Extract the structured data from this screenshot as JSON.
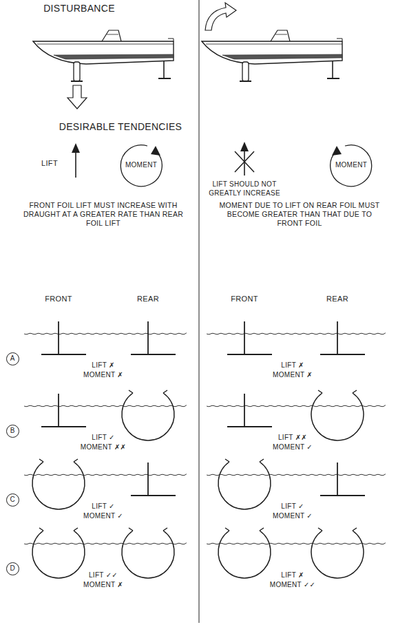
{
  "diagram": {
    "nodes": [
      {
        "text": [
          "A"
        ]
      },
      {
        "text": [
          "B"
        ]
      },
      {
        "text": [
          "C"
        ]
      },
      {
        "text": [
          "D"
        ]
      }
    ],
    "labels": [
      "DISTURBANCE",
      "DESIRABLE TENDENCIES",
      "LIFT",
      "MOMENT",
      "LIFT SHOULD NOT GREATLY INCREASE",
      "MOMENT",
      "FRONT FOIL LIFT MUST INCREASE WITH DRAUGHT AT A GREATER RATE THAN REAR FOIL LIFT",
      "MOMENT DUE TO LIFT ON REAR FOIL MUST BECOME GREATER THAN THAT DUE TO FRONT FOIL",
      "FRONT",
      "REAR",
      "FRONT",
      "REAR",
      "LIFT ✗",
      "MOMENT ✗",
      "LIFT ✗",
      "MOMENT ✗",
      "LIFT ✓",
      "MOMENT ✗✗",
      "LIFT ✗✗",
      "MOMENT ✓",
      "LIFT ✓",
      "MOMENT ✓",
      "LIFT ✓",
      "MOMENT ✓",
      "LIFT ✓✓",
      "MOMENT ✗",
      "LIFT ✗",
      "MOMENT ✓✓"
    ]
  }
}
